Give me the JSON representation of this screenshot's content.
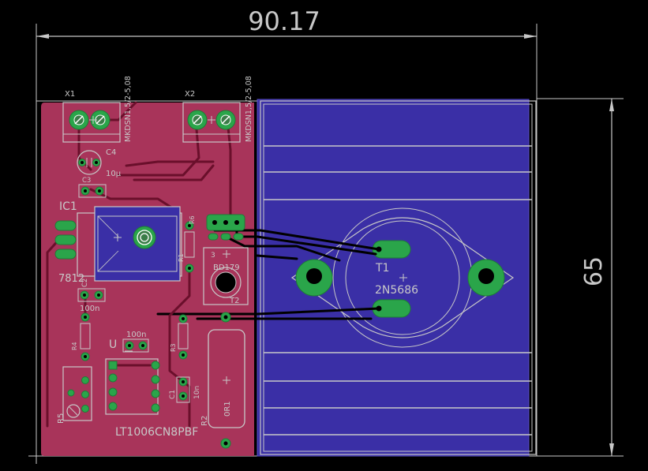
{
  "board": {
    "width_label": "90.17",
    "height_label": "65",
    "colors": {
      "background": "#000000",
      "top_copper": "#a8345a",
      "bottom_copper": "#3a2fa6",
      "pad": "#2aa54a",
      "silkscreen": "#c8c8c8"
    }
  },
  "components": {
    "x1": {
      "name": "X1",
      "value": "MKDSN1,5/2-5,08"
    },
    "x2": {
      "name": "X2",
      "value": "MKDSN1,5/2-5,08"
    },
    "c4": {
      "name": "C4",
      "value": "10µ"
    },
    "c3": {
      "name": "C3"
    },
    "ic1": {
      "name": "IC1",
      "value": "7812"
    },
    "c2": {
      "name": "C2",
      "value": "100n"
    },
    "c_u": {
      "value": "100n"
    },
    "c1": {
      "name": "C1",
      "value": "10n"
    },
    "r1": {
      "name": "R1"
    },
    "r2": {
      "name": "R2",
      "value": "0R1"
    },
    "r3": {
      "name": "R3"
    },
    "r4": {
      "name": "R4"
    },
    "r5": {
      "name": "R5"
    },
    "r6": {
      "name": "R6"
    },
    "u": {
      "name": "U",
      "value": "LT1006CN8PBF"
    },
    "t2": {
      "name": "T2",
      "value": "BD179",
      "pin3": "3"
    },
    "t1": {
      "name": "T1",
      "value": "2N5686"
    }
  }
}
